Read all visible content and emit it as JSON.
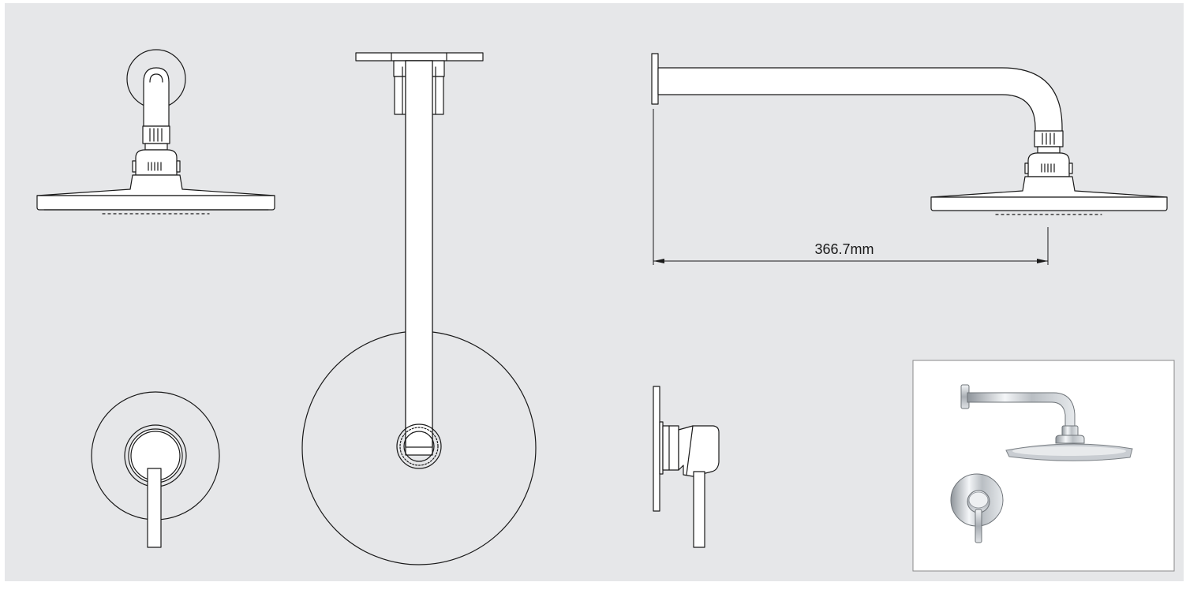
{
  "drawing": {
    "dimension_label": "366.7mm",
    "sheet_color": "#e6e7e9",
    "line_color": "#1a1a1a"
  },
  "views": {
    "shower_head_front": "shower-head-front-view",
    "arm_plan": "shower-arm-plan-view",
    "shower_side": "shower-side-view",
    "mixer_front": "mixer-front-view",
    "mixer_side": "mixer-side-view",
    "product_photo": "product-photo"
  }
}
